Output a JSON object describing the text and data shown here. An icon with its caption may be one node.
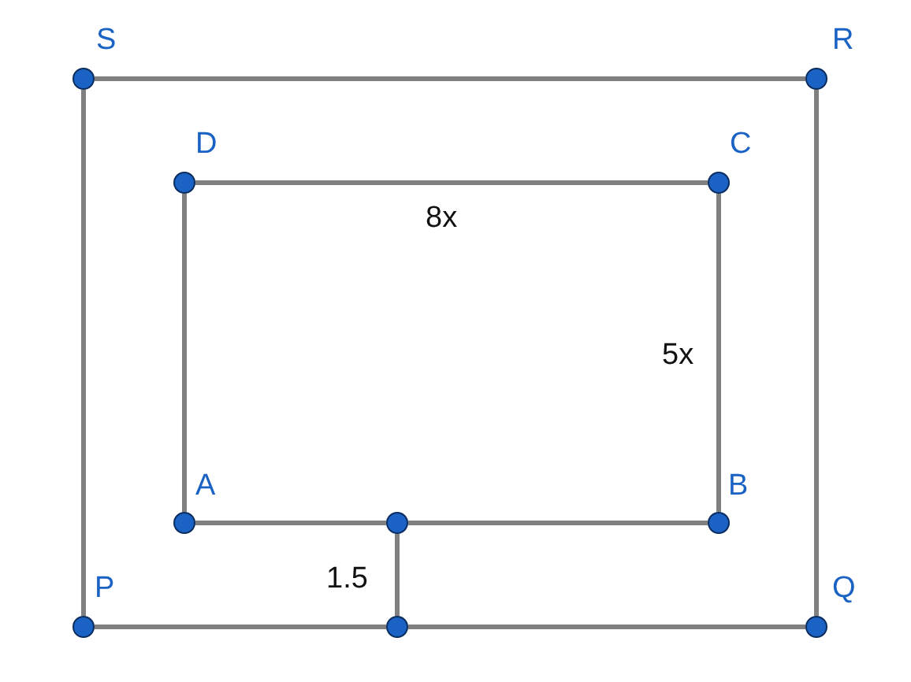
{
  "diagram": {
    "nodes": [
      {
        "text": [
          "S"
        ]
      },
      {
        "text": [
          "R"
        ]
      },
      {
        "text": [
          "D"
        ]
      },
      {
        "text": [
          "C"
        ]
      },
      {
        "text": [
          "A"
        ]
      },
      {
        "text": [],
        "shape": "circle"
      },
      {
        "text": [
          "B"
        ]
      },
      {
        "text": [
          "P"
        ]
      },
      {
        "text": [],
        "shape": "circle"
      },
      {
        "text": [
          "Q"
        ]
      }
    ],
    "edges": [
      {
        "from": 0,
        "to": 1,
        "arrow": "none"
      },
      {
        "from": 1,
        "to": 9,
        "arrow": "none"
      },
      {
        "from": 9,
        "to": 8,
        "arrow": "none"
      },
      {
        "from": 8,
        "to": 7,
        "arrow": "none"
      },
      {
        "from": 7,
        "to": 0,
        "arrow": "none"
      },
      {
        "from": 2,
        "to": 3,
        "arrow": "none"
      },
      {
        "from": 3,
        "to": 6,
        "arrow": "none"
      },
      {
        "from": 6,
        "to": 5,
        "arrow": "none"
      },
      {
        "from": 5,
        "to": 4,
        "arrow": "none"
      },
      {
        "from": 4,
        "to": 2,
        "arrow": "none"
      },
      {
        "from": 5,
        "to": 8,
        "arrow": "none"
      }
    ],
    "labels": [
      "8x",
      "5x",
      "1.5"
    ]
  }
}
